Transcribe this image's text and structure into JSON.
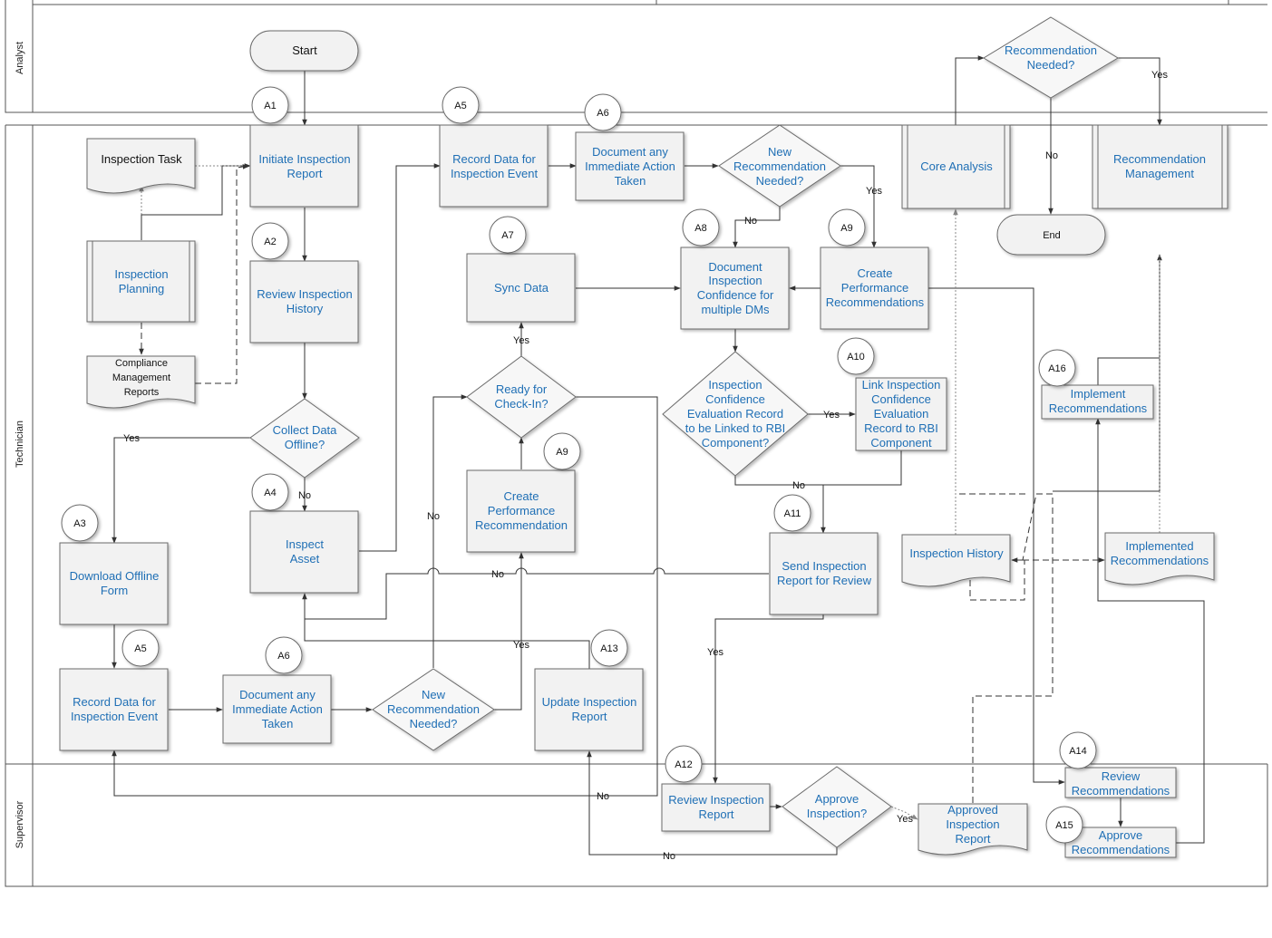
{
  "lanes": {
    "analyst": "Analyst",
    "technician": "Technician",
    "supervisor": "Supervisor"
  },
  "steps": {
    "start": "Start",
    "end": "End",
    "inspection_task": "Inspection Task",
    "inspection_planning": [
      "Inspection",
      "Planning"
    ],
    "compliance_reports": [
      "Compliance",
      "Management",
      "Reports"
    ],
    "initiate_report": [
      "Initiate Inspection",
      "Report"
    ],
    "review_history": [
      "Review Inspection",
      "History"
    ],
    "collect_offline": [
      "Collect Data",
      "Offline?"
    ],
    "inspect_asset": [
      "Inspect",
      "Asset"
    ],
    "download_form": [
      "Download Offline",
      "Form"
    ],
    "record_data_top": [
      "Record Data for",
      "Inspection Event"
    ],
    "record_data_bottom": [
      "Record Data for",
      "Inspection Event"
    ],
    "document_action_top": [
      "Document any",
      "Immediate Action",
      "Taken"
    ],
    "document_action_bottom": [
      "Document any",
      "Immediate Action",
      "Taken"
    ],
    "new_rec_top": [
      "New",
      "Recommendation",
      "Needed?"
    ],
    "new_rec_bottom": [
      "New",
      "Recommendation",
      "Needed?"
    ],
    "sync_data": "Sync Data",
    "ready_checkin": [
      "Ready for",
      "Check-In?"
    ],
    "create_perf_rec_mid": [
      "Create",
      "Performance",
      "Recommendation"
    ],
    "update_report": [
      "Update Inspection",
      "Report"
    ],
    "doc_confidence": [
      "Document",
      "Inspection",
      "Confidence for",
      "multiple DMs"
    ],
    "create_perf_recs": [
      "Create",
      "Performance",
      "Recommendations"
    ],
    "link_decision": [
      "Inspection",
      "Confidence",
      "Evaluation Record",
      "to be Linked to RBI",
      "Component?"
    ],
    "link_record": [
      "Link Inspection",
      "Confidence",
      "Evaluation",
      "Record to RBI",
      "Component"
    ],
    "send_review": [
      "Send Inspection",
      "Report for Review"
    ],
    "core_analysis": "Core Analysis",
    "rec_needed": [
      "Recommendation",
      "Needed?"
    ],
    "rec_management": [
      "Recommendation",
      "Management"
    ],
    "implement_recs": [
      "Implement",
      "Recommendations"
    ],
    "inspection_history": "Inspection History",
    "implemented_recs": [
      "Implemented",
      "Recommendations"
    ],
    "review_report": [
      "Review Inspection",
      "Report"
    ],
    "approve_inspection": [
      "Approve",
      "Inspection?"
    ],
    "approved_report": [
      "Approved",
      "Inspection",
      "Report"
    ],
    "review_recs": [
      "Review",
      "Recommendations"
    ],
    "approve_recs": [
      "Approve",
      "Recommendations"
    ]
  },
  "markers": {
    "a1": "A1",
    "a2": "A2",
    "a3": "A3",
    "a4": "A4",
    "a5_top": "A5",
    "a5_bottom": "A5",
    "a6_top": "A6",
    "a6_bottom": "A6",
    "a7": "A7",
    "a8": "A8",
    "a9_top": "A9",
    "a9_mid": "A9",
    "a10": "A10",
    "a11": "A11",
    "a12": "A12",
    "a13": "A13",
    "a14": "A14",
    "a15": "A15",
    "a16": "A16"
  },
  "edge_labels": {
    "yes": "Yes",
    "no": "No"
  },
  "colors": {
    "link_text": "#1f6fb5",
    "plain_text": "#111111",
    "shape_fill": "#f2f2f2",
    "border": "#6b6b6b"
  }
}
